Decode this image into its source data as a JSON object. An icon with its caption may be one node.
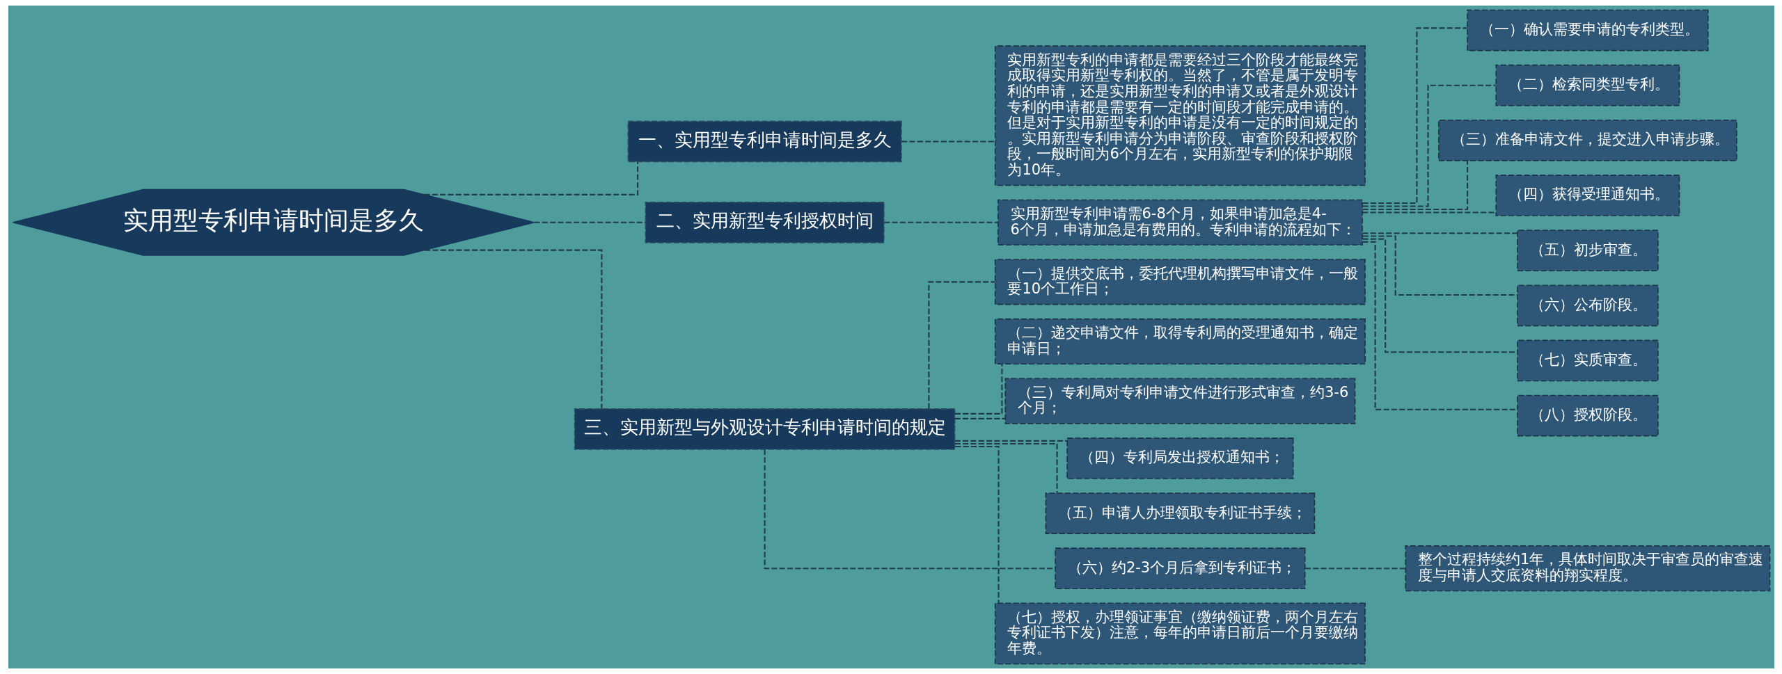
{
  "diagram": {
    "nodes": [
      {
        "text": [
          "实用型专利申请时间是多久"
        ]
      },
      {
        "text": [
          "一、实用型专利申请时间是多久"
        ]
      },
      {
        "text": [
          "实用新型专利的申请都是需要经过三个阶段才能最终完成取得实用新型专利权的。当然了，不管是属于发明专利的申请，还是实用新型专利的申请又或者是外观设计专利的申请都是需要有一定的时间段才能完成申请的。但是对于实用新型专利的申请是没有一定的时间规定的。实用新型专利申请分为申请阶段、审查阶段和授权阶段，一般时间为6个月左右，实用新型专利的保护期限为10年。"
        ]
      },
      {
        "text": [
          "二、实用新型专利授权时间"
        ]
      },
      {
        "text": [
          "实用新型专利申请需6-8个月，如果申请加急是4-6个月，申请加急是有费用的。专利申请的流程如下："
        ]
      },
      {
        "text": [
          "（一）确认需要申请的专利类型。"
        ]
      },
      {
        "text": [
          "（二）检索同类型专利。"
        ]
      },
      {
        "text": [
          "（三）准备申请文件，提交进入申请步骤。"
        ]
      },
      {
        "text": [
          "（四）获得受理通知书。"
        ]
      },
      {
        "text": [
          "（五）初步审查。"
        ]
      },
      {
        "text": [
          "（六）公布阶段。"
        ]
      },
      {
        "text": [
          "（七）实质审查。"
        ]
      },
      {
        "text": [
          "（八）授权阶段。"
        ]
      },
      {
        "text": [
          "三、实用新型与外观设计专利申请时间的规定"
        ]
      },
      {
        "text": [
          "（一）提供交底书，委托代理机构撰写申请文件，一般要10个工作日；"
        ]
      },
      {
        "text": [
          "（二）递交申请文件，取得专利局的受理通知书，确定申请日；"
        ]
      },
      {
        "text": [
          "（三）专利局对专利申请文件进行形式审查，约3-6个月；"
        ]
      },
      {
        "text": [
          "（四）专利局发出授权通知书；"
        ]
      },
      {
        "text": [
          "（五）申请人办理领取专利证书手续；"
        ]
      },
      {
        "text": [
          "（六）约2-3个月后拿到专利证书；"
        ]
      },
      {
        "text": [
          "（七）授权，办理领证事宜（缴纳领证费，两个月左右专利证书下发）注意，每年的申请日前后一个月要缴纳年费。"
        ]
      },
      {
        "text": [
          "整个过程持续约1年，具体时间取决于审查员的审查速度与申请人交底资料的翔实程度。"
        ]
      }
    ],
    "edges": [
      {
        "from": 0,
        "to": 1,
        "arrow": "none",
        "style": "dashed"
      },
      {
        "from": 1,
        "to": 2,
        "arrow": "none",
        "style": "dashed"
      },
      {
        "from": 0,
        "to": 3,
        "arrow": "none",
        "style": "dashed"
      },
      {
        "from": 3,
        "to": 4,
        "arrow": "none",
        "style": "dashed"
      },
      {
        "from": 4,
        "to": 5,
        "arrow": "none",
        "style": "dashed"
      },
      {
        "from": 4,
        "to": 6,
        "arrow": "none",
        "style": "dashed"
      },
      {
        "from": 4,
        "to": 7,
        "arrow": "none",
        "style": "dashed"
      },
      {
        "from": 4,
        "to": 8,
        "arrow": "none",
        "style": "dashed"
      },
      {
        "from": 4,
        "to": 9,
        "arrow": "none",
        "style": "dashed"
      },
      {
        "from": 4,
        "to": 10,
        "arrow": "none",
        "style": "dashed"
      },
      {
        "from": 4,
        "to": 11,
        "arrow": "none",
        "style": "dashed"
      },
      {
        "from": 4,
        "to": 12,
        "arrow": "none",
        "style": "dashed"
      },
      {
        "from": 0,
        "to": 13,
        "arrow": "none",
        "style": "dashed"
      },
      {
        "from": 13,
        "to": 14,
        "arrow": "none",
        "style": "dashed"
      },
      {
        "from": 13,
        "to": 15,
        "arrow": "none",
        "style": "dashed"
      },
      {
        "from": 13,
        "to": 16,
        "arrow": "none",
        "style": "dashed"
      },
      {
        "from": 13,
        "to": 17,
        "arrow": "none",
        "style": "dashed"
      },
      {
        "from": 13,
        "to": 18,
        "arrow": "none",
        "style": "dashed"
      },
      {
        "from": 13,
        "to": 19,
        "arrow": "none",
        "style": "dashed"
      },
      {
        "from": 13,
        "to": 20,
        "arrow": "none",
        "style": "dashed"
      },
      {
        "from": 19,
        "to": 21,
        "arrow": "none",
        "style": "dashed"
      }
    ]
  }
}
